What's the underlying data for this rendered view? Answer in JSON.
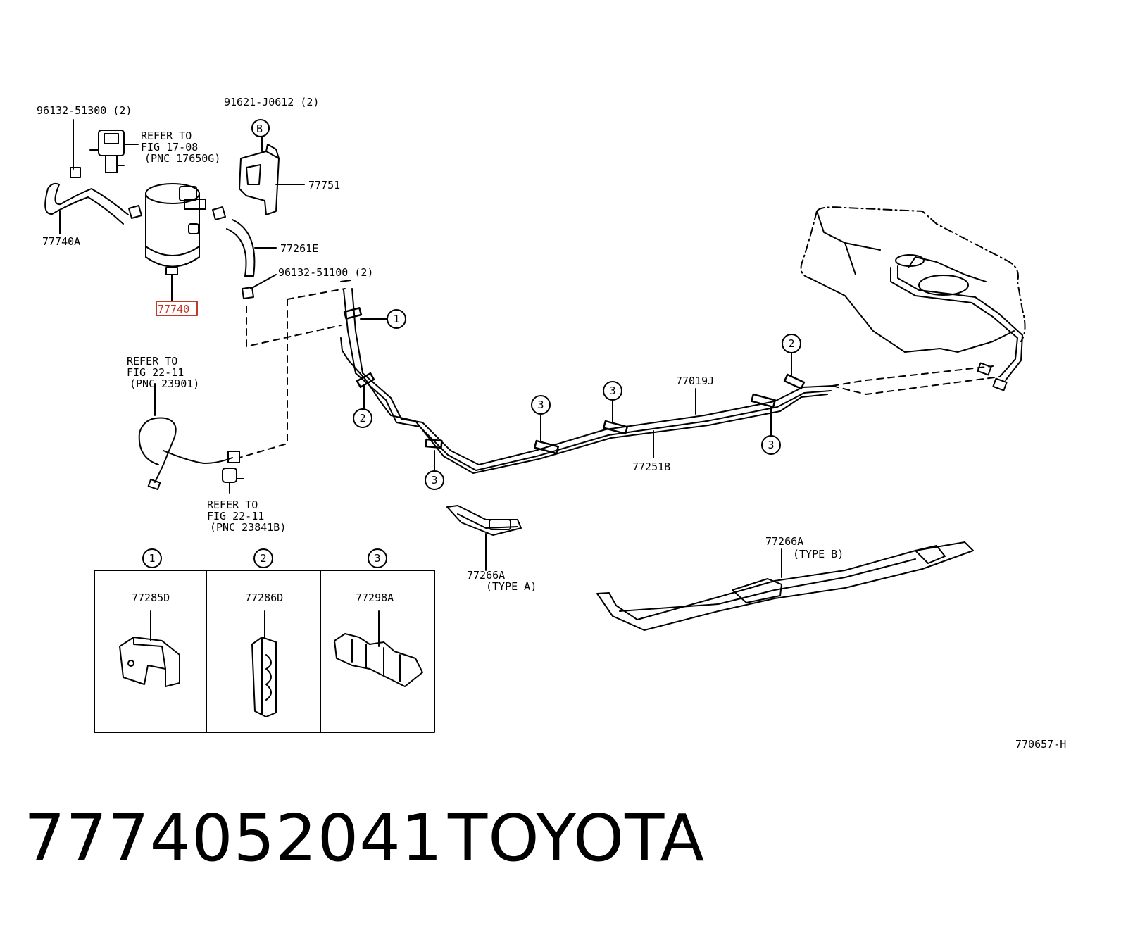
{
  "labels": {
    "p96132_51300": "96132-51300 (2)",
    "refer_17_1": "REFER TO",
    "refer_17_2": "FIG 17-08",
    "refer_17_3": "(PNC 17650G)",
    "p91621": "91621-J0612 (2)",
    "callout_b": "B",
    "p77751": "77751",
    "p77740A": "77740A",
    "p77261E": "77261E",
    "p96132_51100": "96132-51100 (2)",
    "p77740": "77740",
    "refer_23901_1": "REFER TO",
    "refer_23901_2": "FIG 22-11",
    "refer_23901_3": "(PNC 23901)",
    "refer_23841_1": "REFER TO",
    "refer_23841_2": "FIG 22-11",
    "refer_23841_3": "(PNC 23841B)",
    "p77019J": "77019J",
    "p77251B": "77251B",
    "p77266A_a": "77266A",
    "type_a": "(TYPE A)",
    "p77266A_b": "77266A",
    "type_b": "(TYPE B)",
    "p77285D": "77285D",
    "p77286D": "77286D",
    "p77298A": "77298A",
    "fig_code": "770657-H"
  },
  "callouts": {
    "c1": "1",
    "c2": "2",
    "c3": "3"
  },
  "footer": {
    "part_number": "7774052041",
    "brand": "TOYOTA"
  },
  "colors": {
    "highlight": "#c0392b",
    "line": "#000000"
  }
}
